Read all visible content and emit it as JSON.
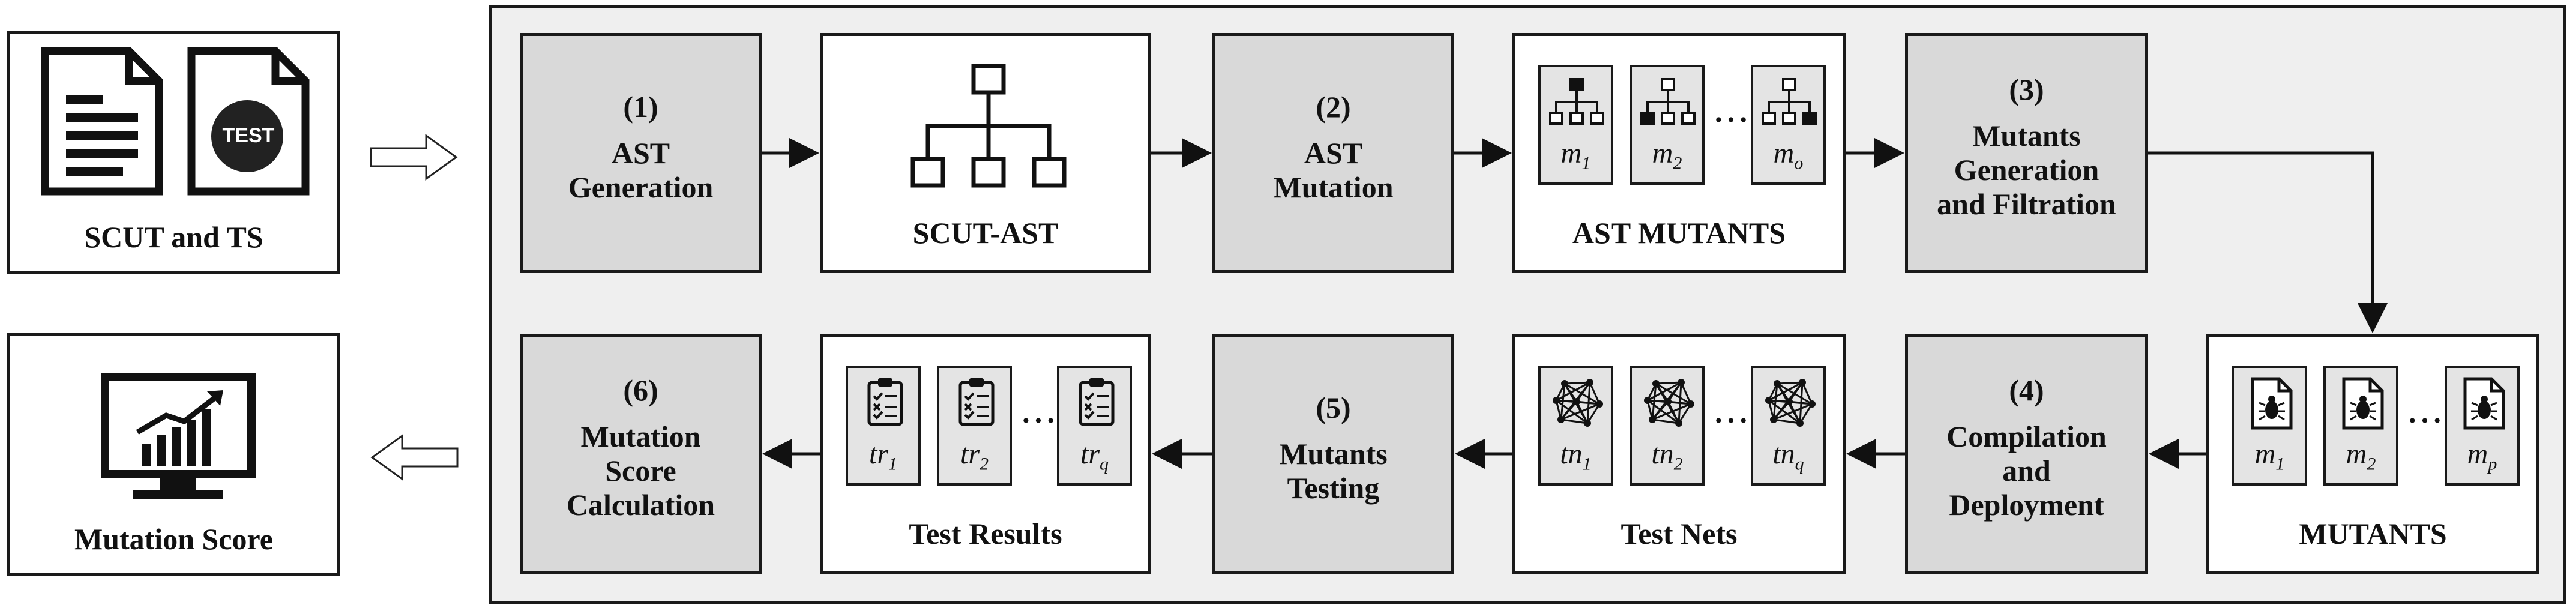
{
  "input": {
    "label": "SCUT and TS",
    "test_badge": "TEST"
  },
  "output": {
    "label": "Mutation Score"
  },
  "steps": {
    "s1": {
      "num": "(1)",
      "line1": "AST",
      "line2": "Generation"
    },
    "s2": {
      "num": "(2)",
      "line1": "AST",
      "line2": "Mutation"
    },
    "s3": {
      "num": "(3)",
      "line1": "Mutants",
      "line2": "Generation",
      "line3": "and Filtration"
    },
    "s4": {
      "num": "(4)",
      "line1": "Compilation",
      "line2": "and",
      "line3": "Deployment"
    },
    "s5": {
      "num": "(5)",
      "line1": "Mutants",
      "line2": "Testing"
    },
    "s6": {
      "num": "(6)",
      "line1": "Mutation",
      "line2": "Score",
      "line3": "Calculation"
    }
  },
  "artifacts": {
    "scut_ast": "SCUT-AST",
    "ast_mutants": {
      "label": "AST MUTANTS",
      "items": [
        {
          "base": "m",
          "sub": "1"
        },
        {
          "base": "m",
          "sub": "2"
        },
        {
          "base": "m",
          "sub": "o"
        }
      ]
    },
    "mutants": {
      "label": "MUTANTS",
      "items": [
        {
          "base": "m",
          "sub": "1"
        },
        {
          "base": "m",
          "sub": "2"
        },
        {
          "base": "m",
          "sub": "p"
        }
      ]
    },
    "test_nets": {
      "label": "Test Nets",
      "items": [
        {
          "base": "tn",
          "sub": "1"
        },
        {
          "base": "tn",
          "sub": "2"
        },
        {
          "base": "tn",
          "sub": "q"
        }
      ]
    },
    "test_results": {
      "label": "Test Results",
      "items": [
        {
          "base": "tr",
          "sub": "1"
        },
        {
          "base": "tr",
          "sub": "2"
        },
        {
          "base": "tr",
          "sub": "q"
        }
      ]
    },
    "ellipsis": "···"
  }
}
